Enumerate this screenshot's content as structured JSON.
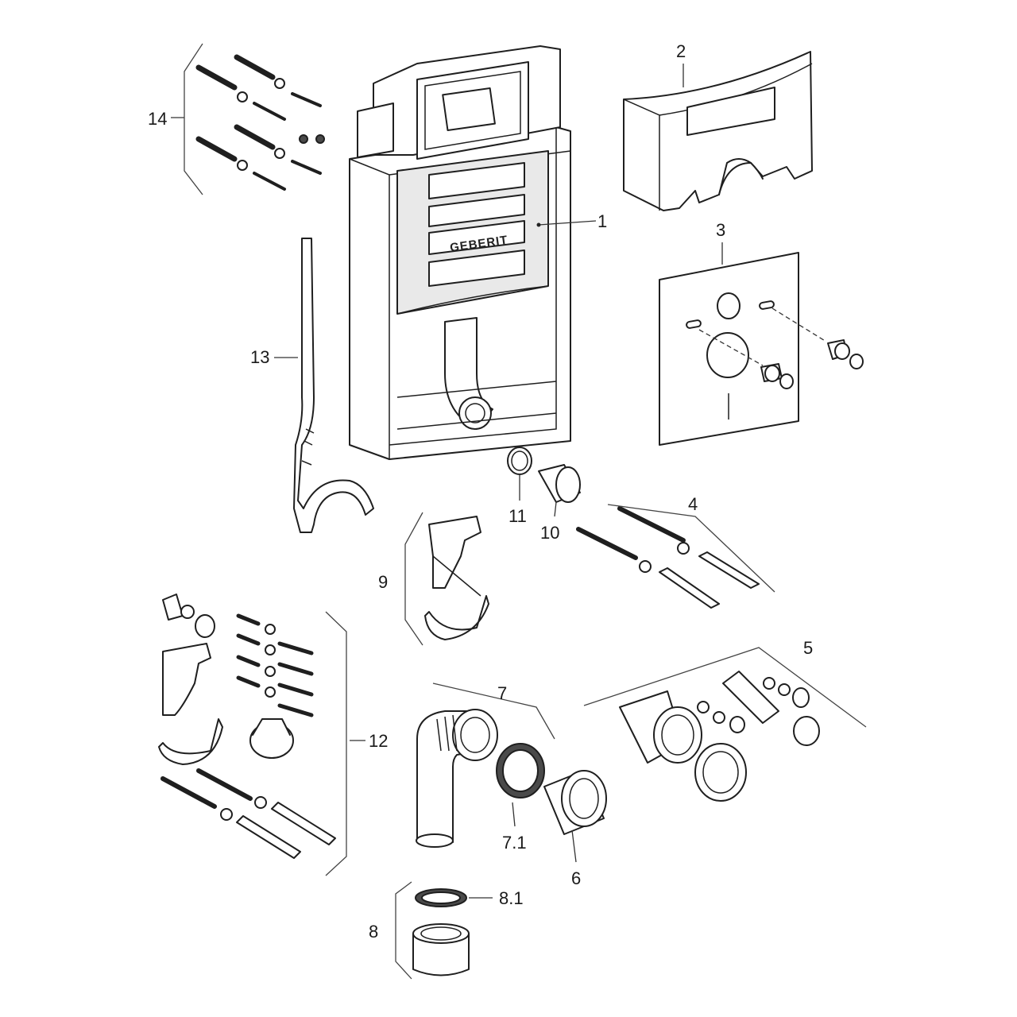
{
  "brand": {
    "logo_text": "GEBERIT"
  },
  "labels": {
    "l1": "1",
    "l2": "2",
    "l3": "3",
    "l4": "4",
    "l5": "5",
    "l6": "6",
    "l7": "7",
    "l7_1": "7.1",
    "l8": "8",
    "l8_1": "8.1",
    "l9": "9",
    "l10": "10",
    "l11": "11",
    "l12": "12",
    "l13": "13",
    "l14": "14"
  }
}
